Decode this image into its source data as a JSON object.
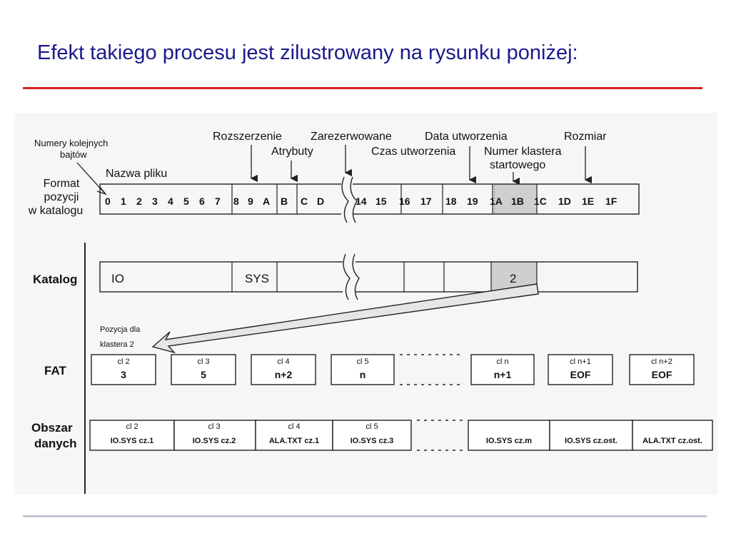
{
  "title": "Efekt takiego procesu jest zilustrowany na rysunku poniżej:",
  "annotations": {
    "byte_numbers": [
      "Numery kolejnych",
      "bajtów"
    ],
    "file_name": "Nazwa pliku",
    "extension": "Rozszerzenie",
    "attributes": "Atrybuty",
    "reserved": "Zarezerwowane",
    "creation_time": "Czas utworzenia",
    "creation_date": "Data utworzenia",
    "start_cluster": [
      "Numer klastera",
      "startowego"
    ],
    "size": "Rozmiar"
  },
  "row_labels": {
    "format": [
      "Format",
      "pozycji",
      "w katalogu"
    ],
    "catalog": "Katalog",
    "fat": "FAT",
    "data_area": [
      "Obszar",
      "danych"
    ]
  },
  "format_row": {
    "group1": [
      "0",
      "1",
      "2",
      "3",
      "4",
      "5",
      "6",
      "7"
    ],
    "group2": [
      "8",
      "9",
      "A"
    ],
    "b": "B",
    "cd": [
      "C",
      "D"
    ],
    "g14": [
      "14",
      "15"
    ],
    "g16": [
      "16",
      "17"
    ],
    "g18": [
      "18",
      "19"
    ],
    "g1a": [
      "1A",
      "1B"
    ],
    "g1c": [
      "1C",
      "1D",
      "1E",
      "1F"
    ]
  },
  "catalog_row": {
    "name": "IO",
    "ext": "SYS",
    "cluster": "2"
  },
  "pointer_label": [
    "Pozycja dla",
    "klastera 2"
  ],
  "fat_cells": [
    {
      "head": "cl 2",
      "value": "3"
    },
    {
      "head": "cl 3",
      "value": "5"
    },
    {
      "head": "cl 4",
      "value": "n+2"
    },
    {
      "head": "cl 5",
      "value": "n"
    },
    {
      "head": "cl n",
      "value": "n+1"
    },
    {
      "head": "cl n+1",
      "value": "EOF"
    },
    {
      "head": "cl n+2",
      "value": "EOF"
    }
  ],
  "data_cells": [
    {
      "head": "cl 2",
      "value": "IO.SYS cz.1"
    },
    {
      "head": "cl 3",
      "value": "IO.SYS cz.2"
    },
    {
      "head": "cl 4",
      "value": "ALA.TXT cz.1"
    },
    {
      "head": "cl 5",
      "value": "IO.SYS cz.3"
    },
    {
      "head": "",
      "value": "IO.SYS cz.m"
    },
    {
      "head": "",
      "value": "IO.SYS cz.ost."
    },
    {
      "head": "",
      "value": "ALA.TXT cz.ost."
    }
  ]
}
